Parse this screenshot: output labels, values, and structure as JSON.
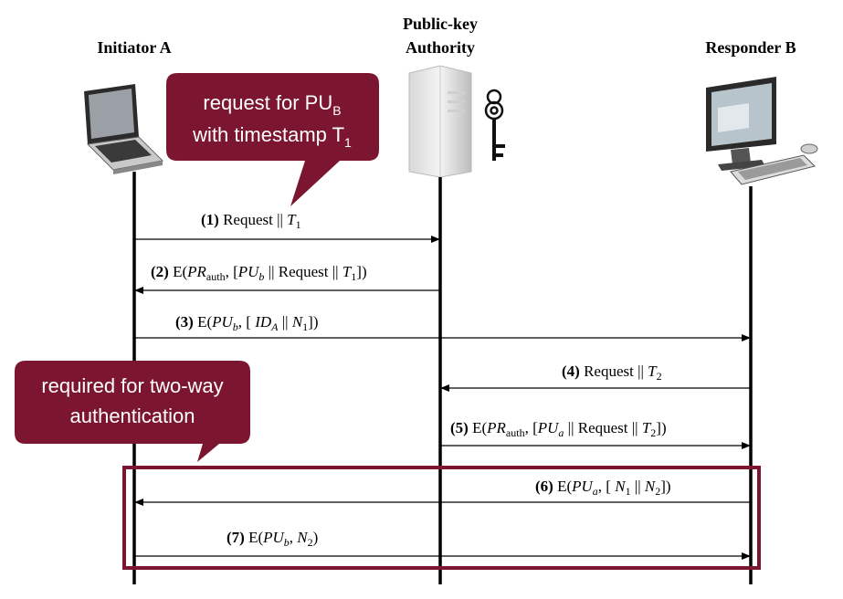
{
  "parties": {
    "initiator": "Initiator A",
    "authority_line1": "Public-key",
    "authority_line2": "Authority",
    "responder": "Responder B"
  },
  "callouts": {
    "request": {
      "line1": "request for PU",
      "line1_sub": "B",
      "line2": "with timestamp T",
      "line2_sub": "1"
    },
    "twoway": {
      "line1": "required for two-way",
      "line2": "authentication"
    }
  },
  "messages": [
    {
      "num": "(1)",
      "from": "initiator",
      "to": "authority"
    },
    {
      "num": "(2)",
      "from": "authority",
      "to": "initiator"
    },
    {
      "num": "(3)",
      "from": "initiator",
      "to": "responder"
    },
    {
      "num": "(4)",
      "from": "responder",
      "to": "authority"
    },
    {
      "num": "(5)",
      "from": "authority",
      "to": "responder"
    },
    {
      "num": "(6)",
      "from": "responder",
      "to": "initiator"
    },
    {
      "num": "(7)",
      "from": "initiator",
      "to": "responder"
    }
  ],
  "msg_text": {
    "request": "Request",
    "sep": " || ",
    "E": "E(",
    "T": "T",
    "one": "1",
    "two": "2",
    "PR": "PR",
    "auth": "auth",
    "PU": "PU",
    "b": "b",
    "a": "a",
    "ID": "ID",
    "A": "A",
    "N": "N"
  },
  "colors": {
    "callout": "#7b1530",
    "highlight_box": "#7b1530",
    "line": "#000000"
  },
  "icons": {
    "initiator": "laptop-icon",
    "authority": "server-icon",
    "key": "key-icon",
    "responder": "desktop-computer-icon"
  }
}
